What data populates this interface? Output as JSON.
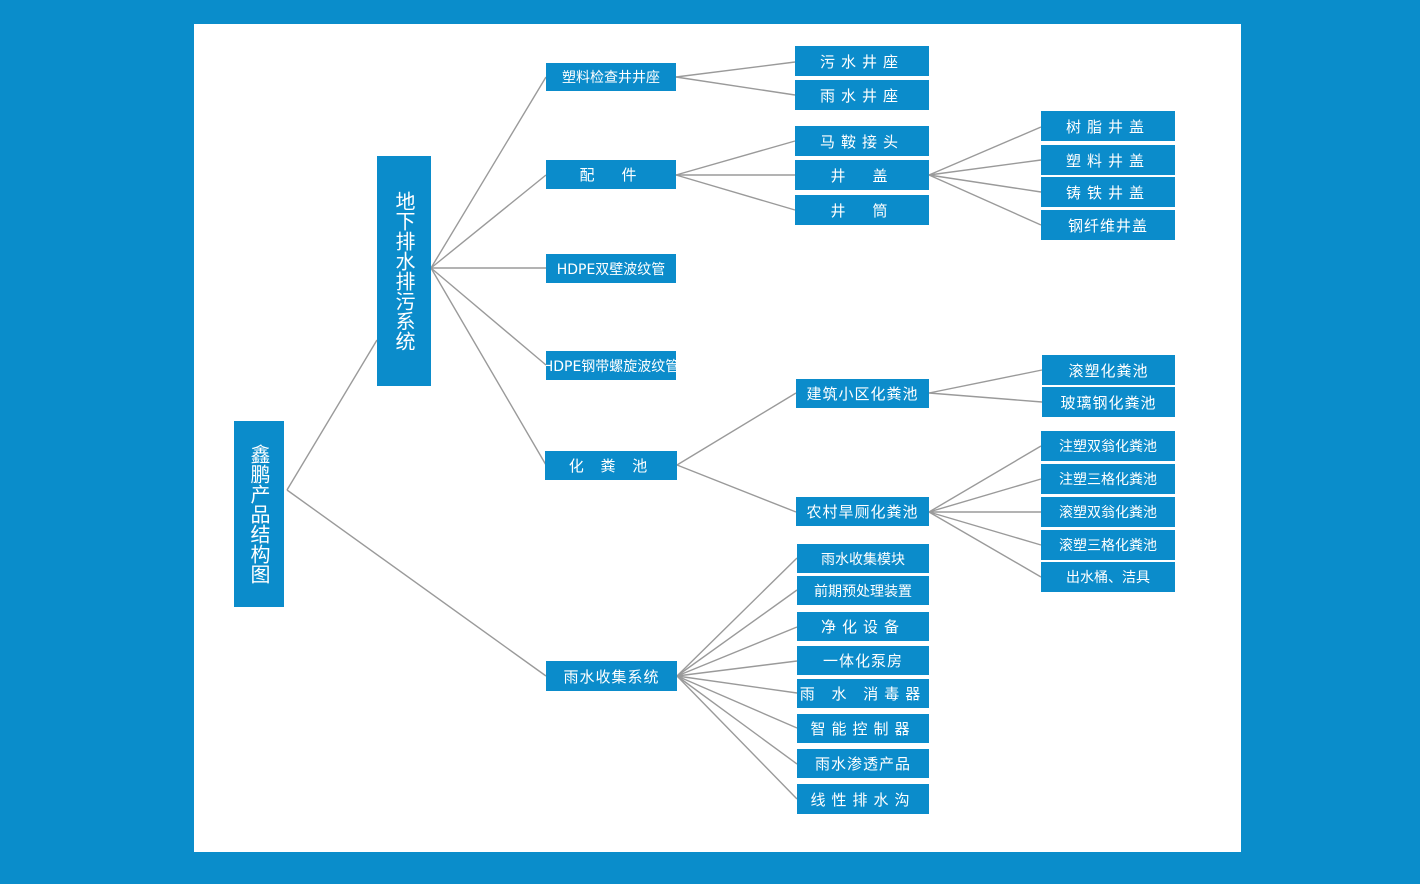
{
  "nodes": {
    "root": "鑫鹏产品结构图",
    "drainage": "地下排水排污系统",
    "rain_system": "雨水收集系统",
    "inspection_well": "塑料检查井井座",
    "fittings": "配　件",
    "hdpe_double": "HDPE双壁波纹管",
    "hdpe_steel": "HDPE钢带螺旋波纹管",
    "septic": "化 粪 池",
    "sewage_seat": "污水井座",
    "rain_seat": "雨水井座",
    "saddle": "马鞍接头",
    "cover": "井　盖",
    "tube": "井　筒",
    "resin_cover": "树脂井盖",
    "plastic_cover": "塑料井盖",
    "iron_cover": "铸铁井盖",
    "fiber_cover": "钢纤维井盖",
    "building_septic": "建筑小区化粪池",
    "rural_septic": "农村旱厕化粪池",
    "roto_septic": "滚塑化粪池",
    "frp_septic": "玻璃钢化粪池",
    "inj_double": "注塑双翁化粪池",
    "inj_triple": "注塑三格化粪池",
    "roto_double": "滚塑双翁化粪池",
    "roto_triple": "滚塑三格化粪池",
    "outlet": "出水桶、洁具",
    "rain_module": "雨水收集模块",
    "pretreat": "前期预处理装置",
    "purify": "净化设备",
    "pump": "一体化泵房",
    "disinfect": "雨 水 消毒器",
    "controller": "智能控制器",
    "infiltration": "雨水渗透产品",
    "drain_ditch": "线性排水沟"
  }
}
